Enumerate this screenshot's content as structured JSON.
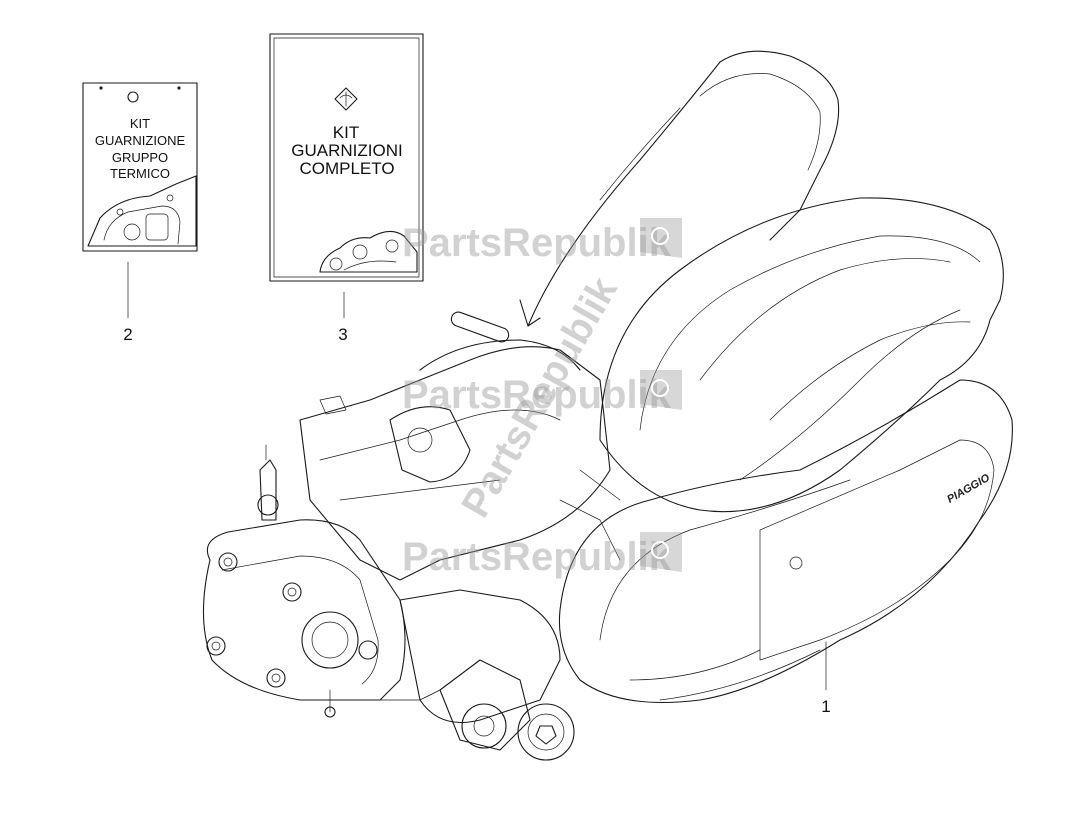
{
  "kits": [
    {
      "callout": "2",
      "lines": [
        "KIT",
        "GUARNIZIONE",
        "GRUPPO",
        "TERMICO"
      ]
    },
    {
      "callout": "3",
      "lines": [
        "KIT",
        "GUARNIZIONI",
        "COMPLETO"
      ]
    }
  ],
  "engine": {
    "callout": "1",
    "brand_text": "PIAGGIO"
  },
  "watermark": {
    "text": "PartsRepublik"
  }
}
